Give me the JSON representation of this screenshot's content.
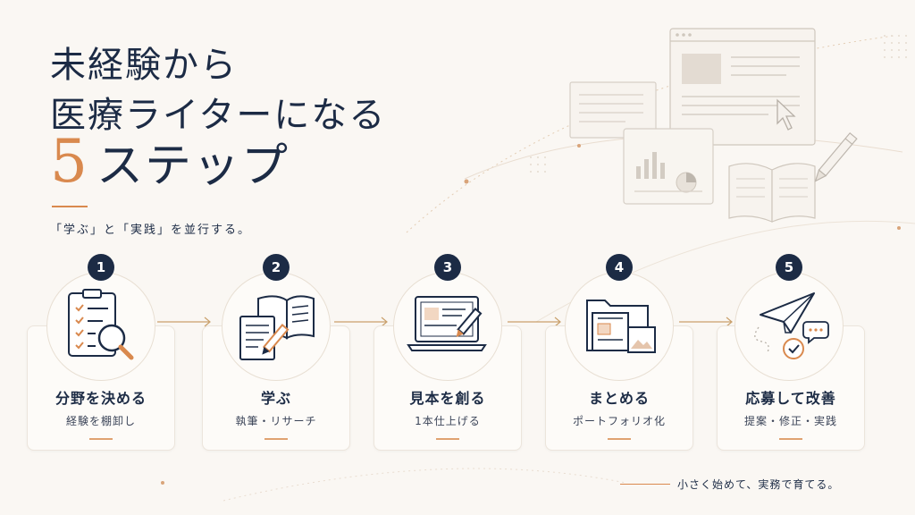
{
  "title": {
    "line1": "未経験から",
    "line2": "医療ライターになる",
    "number": "5",
    "line3": "ステップ"
  },
  "subtitle": "「学ぶ」と「実践」を並行する。",
  "steps": [
    {
      "num": "1",
      "title": "分野を決める",
      "sub": "経験を棚卸し",
      "icon": "clipboard-magnifier-icon"
    },
    {
      "num": "2",
      "title": "学ぶ",
      "sub": "執筆・リサーチ",
      "icon": "book-document-pen-icon"
    },
    {
      "num": "3",
      "title": "見本を創る",
      "sub": "1本仕上げる",
      "icon": "laptop-pen-icon"
    },
    {
      "num": "4",
      "title": "まとめる",
      "sub": "ポートフォリオ化",
      "icon": "portfolio-folder-icon"
    },
    {
      "num": "5",
      "title": "応募して改善",
      "sub": "提案・修正・実践",
      "icon": "paper-plane-check-icon"
    }
  ],
  "footer": "小さく始めて、実務で育てる。",
  "colors": {
    "navy": "#1c2b45",
    "accent": "#d9894e",
    "background": "#faf7f3"
  }
}
